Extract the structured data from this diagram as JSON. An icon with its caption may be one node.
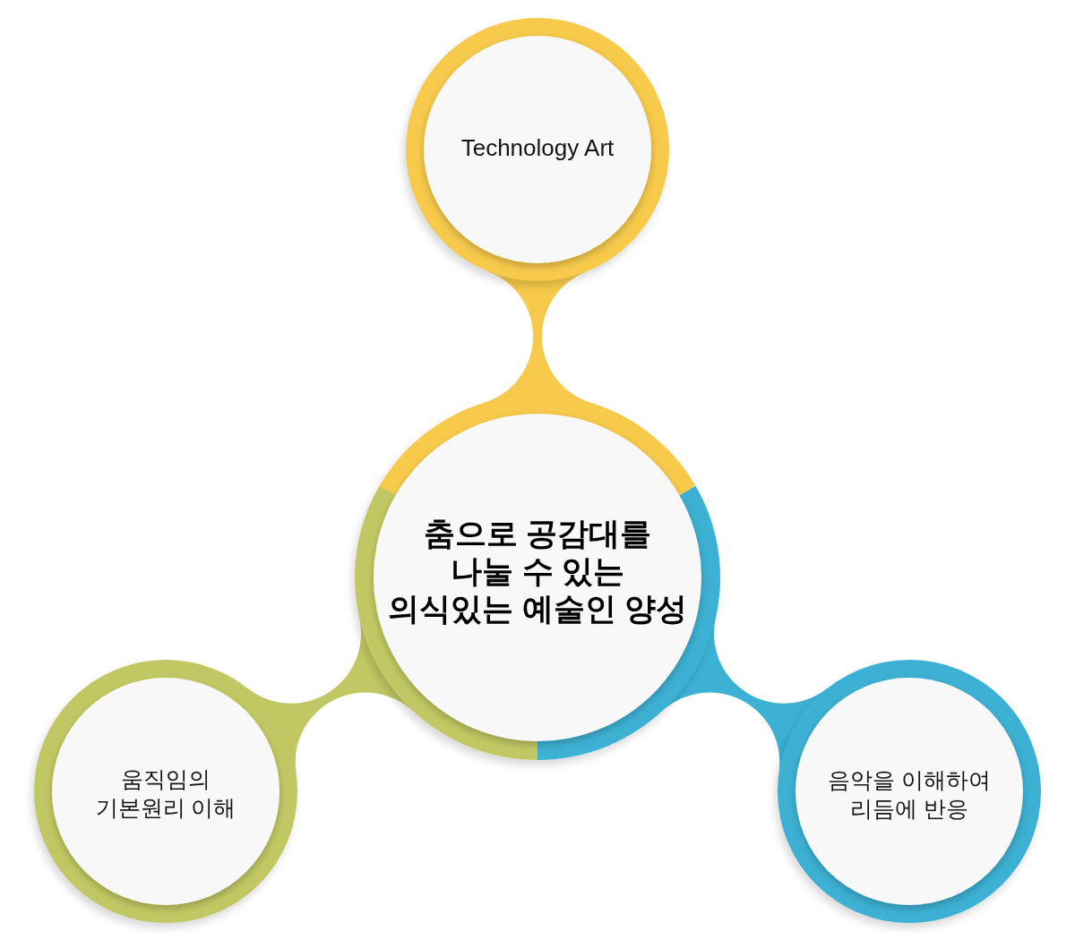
{
  "diagram": {
    "nodes": [
      {
        "text": [
          "Technology Art"
        ]
      },
      {
        "text": [
          "춤으로 공감대를 나눌 수 있는 의식있는 예술인 양성"
        ]
      },
      {
        "text": [
          "움직임의 기본원리 이해"
        ]
      },
      {
        "text": [
          "음악을 이해하여 리듬에 반응"
        ]
      }
    ],
    "edges": [
      {
        "from": 1,
        "to": 0,
        "arrow": "none",
        "color": "#f7ca4b"
      },
      {
        "from": 1,
        "to": 2,
        "arrow": "none",
        "color": "#c1c863"
      },
      {
        "from": 1,
        "to": 3,
        "arrow": "none",
        "color": "#3db1d3"
      }
    ]
  }
}
